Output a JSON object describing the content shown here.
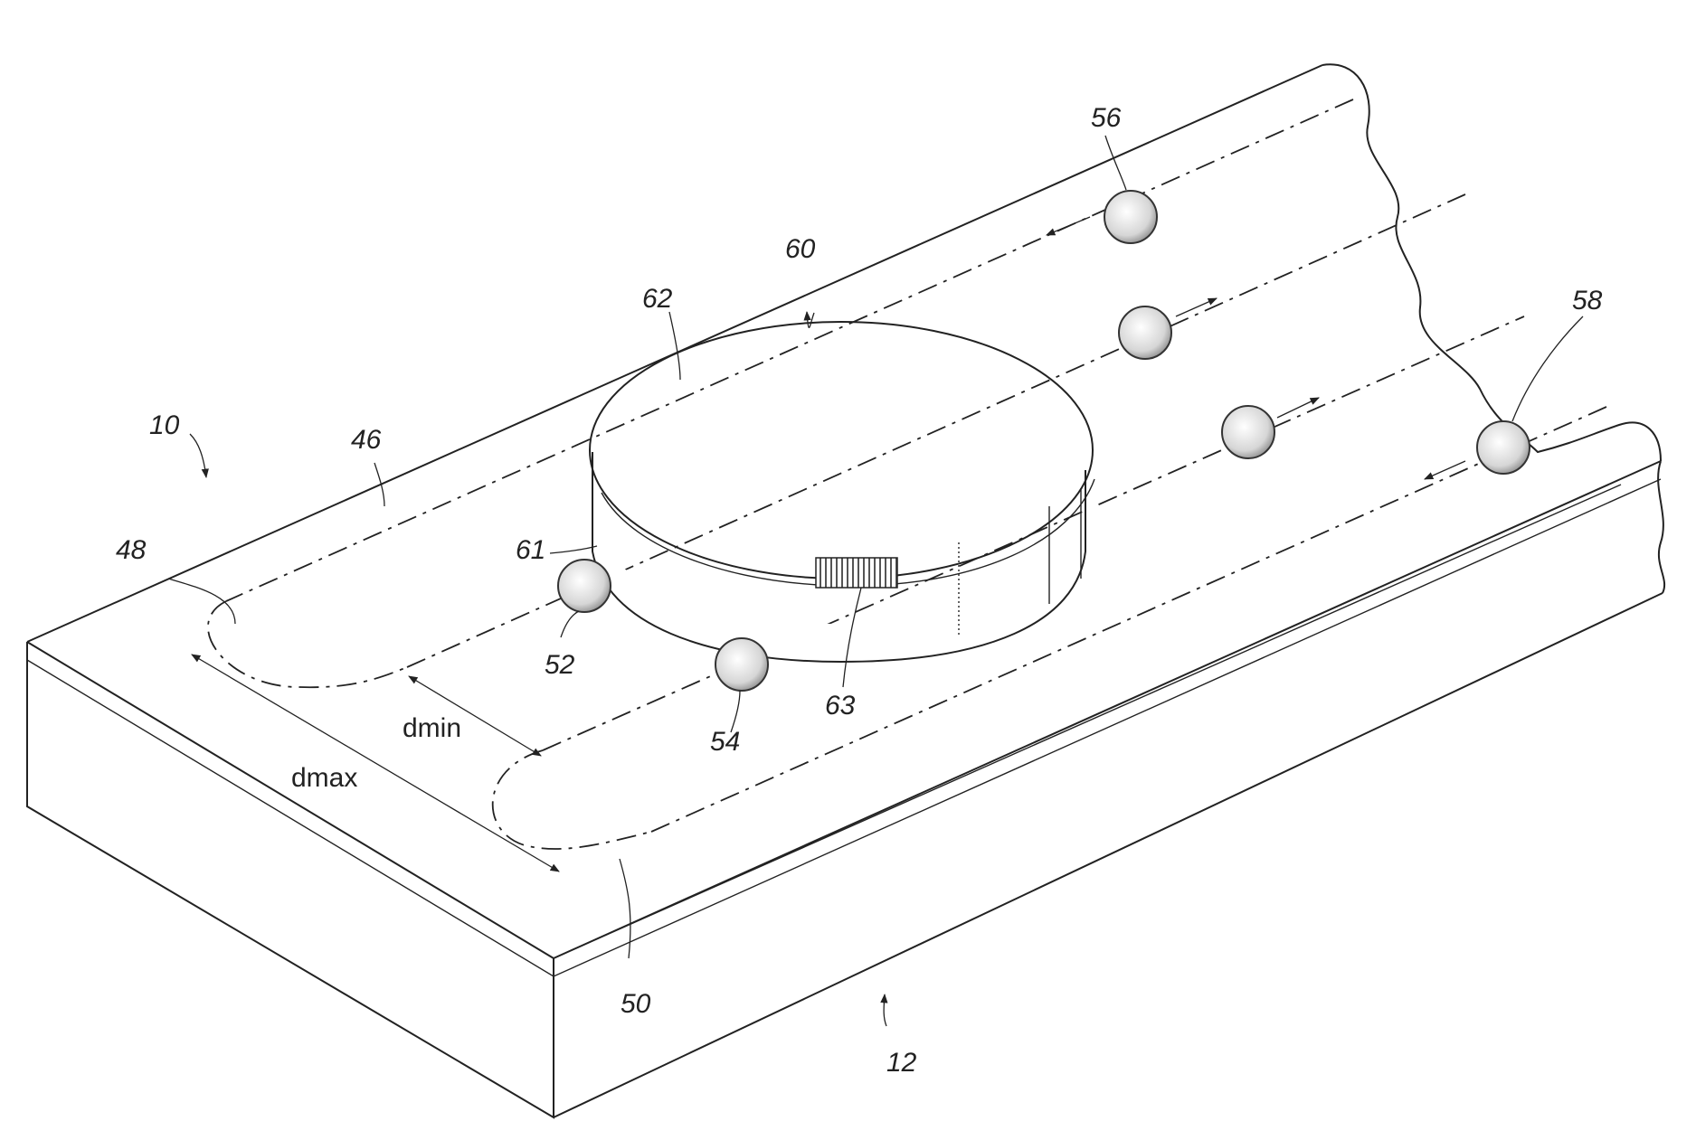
{
  "figure": {
    "reference_labels": {
      "device": "10",
      "base": "12",
      "surface": "46",
      "end_left": "48",
      "end_right": "50",
      "sphere_a": "52",
      "sphere_b": "54",
      "sphere_c": "56",
      "sphere_d": "58",
      "track_arrow": "60",
      "disk_side": "61",
      "disk_top": "62",
      "marking": "63"
    },
    "dimensions": {
      "min": "dmin",
      "max": "dmax"
    }
  }
}
